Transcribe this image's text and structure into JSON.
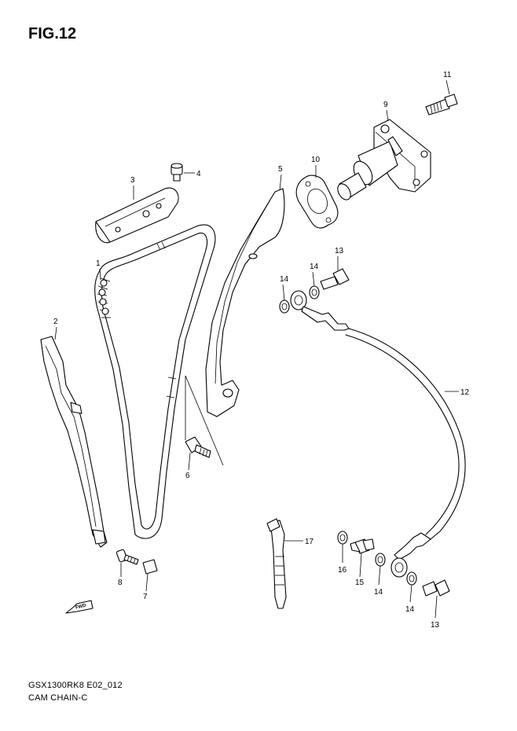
{
  "figure": {
    "title": "FIG.12",
    "model_code": "GSX1300RK8 E02_012",
    "caption": "CAM CHAIN-C",
    "fwd_label": "FWD"
  },
  "callouts": [
    {
      "num": "1",
      "part": "cam-chain"
    },
    {
      "num": "2",
      "part": "rear-chain-guide"
    },
    {
      "num": "3",
      "part": "upper-chain-guide"
    },
    {
      "num": "4",
      "part": "upper-guide-bolt"
    },
    {
      "num": "5",
      "part": "chain-tensioner-guide"
    },
    {
      "num": "6",
      "part": "guide-pivot-bolt"
    },
    {
      "num": "7",
      "part": "washer"
    },
    {
      "num": "8",
      "part": "bolt"
    },
    {
      "num": "9",
      "part": "tensioner-adjuster"
    },
    {
      "num": "10",
      "part": "tensioner-gasket"
    },
    {
      "num": "11",
      "part": "tensioner-cap-bolt"
    },
    {
      "num": "12",
      "part": "oil-hose"
    },
    {
      "num": "13",
      "part": "union-bolt-top"
    },
    {
      "num": "13",
      "part": "union-bolt-bottom"
    },
    {
      "num": "14",
      "part": "gasket-top-right"
    },
    {
      "num": "14",
      "part": "gasket-top-left"
    },
    {
      "num": "14",
      "part": "gasket-bottom-left"
    },
    {
      "num": "14",
      "part": "gasket-bottom-right"
    },
    {
      "num": "15",
      "part": "hose-bolt"
    },
    {
      "num": "16",
      "part": "washer-16"
    },
    {
      "num": "17",
      "part": "clamp"
    }
  ]
}
